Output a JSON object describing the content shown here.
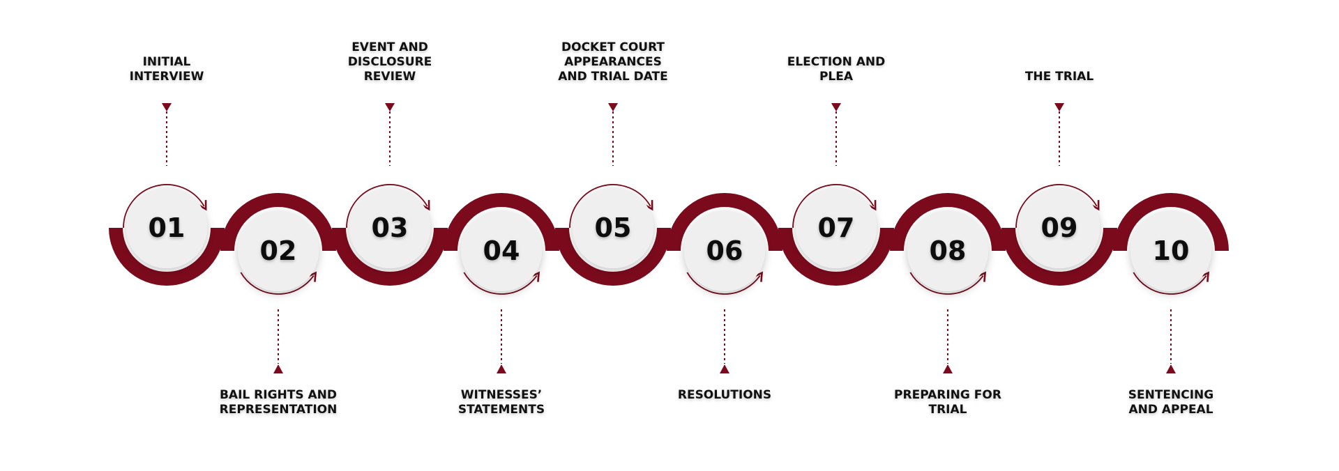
{
  "theme": {
    "accent": "#7a0a1c",
    "circle_fill": "#efefef",
    "text": "#111111"
  },
  "steps": [
    {
      "number": "01",
      "label": "INITIAL\nINTERVIEW"
    },
    {
      "number": "02",
      "label": "BAIL RIGHTS AND\nREPRESENTATION"
    },
    {
      "number": "03",
      "label": "EVENT AND\nDISCLOSURE\nREVIEW"
    },
    {
      "number": "04",
      "label": "WITNESSES’\nSTATEMENTS"
    },
    {
      "number": "05",
      "label": "DOCKET COURT\nAPPEARANCES\nAND TRIAL DATE"
    },
    {
      "number": "06",
      "label": "RESOLUTIONS"
    },
    {
      "number": "07",
      "label": "ELECTION AND\nPLEA"
    },
    {
      "number": "08",
      "label": "PREPARING FOR\nTRIAL"
    },
    {
      "number": "09",
      "label": "THE TRIAL"
    },
    {
      "number": "10",
      "label": "SENTENCING\nAND APPEAL"
    }
  ]
}
